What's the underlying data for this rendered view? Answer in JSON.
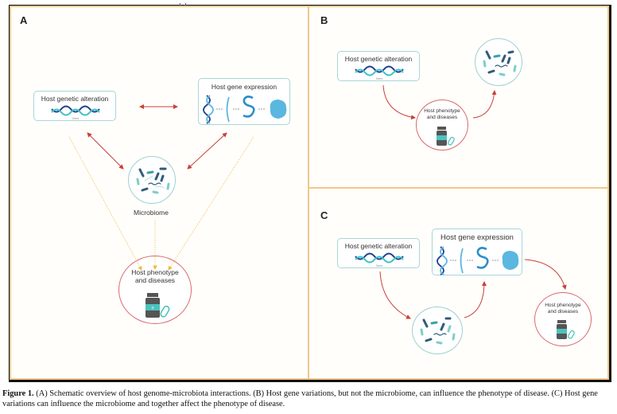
{
  "figure": {
    "panels": {
      "A": {
        "label": "A",
        "genetic_alteration": {
          "title": "Host genetic alteration",
          "sublabel": "Gene"
        },
        "gene_expression": {
          "title": "Host gene expression"
        },
        "microbiome": {
          "label": "Microbiome"
        },
        "phenotype": {
          "line1": "Host phenotype",
          "line2": "and diseases"
        }
      },
      "B": {
        "label": "B",
        "genetic_alteration": {
          "title": "Host genetic alteration",
          "sublabel": "Gene"
        },
        "phenotype": {
          "line1": "Host phenotype",
          "line2": "and diseases"
        }
      },
      "C": {
        "label": "C",
        "genetic_alteration": {
          "title": "Host genetic alteration",
          "sublabel": "Gene"
        },
        "gene_expression": {
          "title": "Host gene expression"
        },
        "phenotype": {
          "line1": "Host phenotype",
          "line2": "and diseases"
        }
      }
    },
    "colors": {
      "panel_border": "#f0c98a",
      "box_border": "#a9d6d8",
      "arrow_red": "#c9403a",
      "arrow_dotted": "#f2c46a",
      "phenotype_circle": "#d86a6a",
      "microbiome_circle": "#9fd0d2",
      "dna_dark": "#1f3f8f",
      "dna_light": "#3cc0c4",
      "protein": "#5ab7e0"
    }
  },
  "caption": {
    "label": "Figure 1.",
    "text": " (A) Schematic overview of host genome-microbiota interactions. (B) Host gene variations, but not the microbiome, can influence the phenotype of disease. (C) Host gene variations can influence the microbiome and together affect the phenotype of disease."
  }
}
